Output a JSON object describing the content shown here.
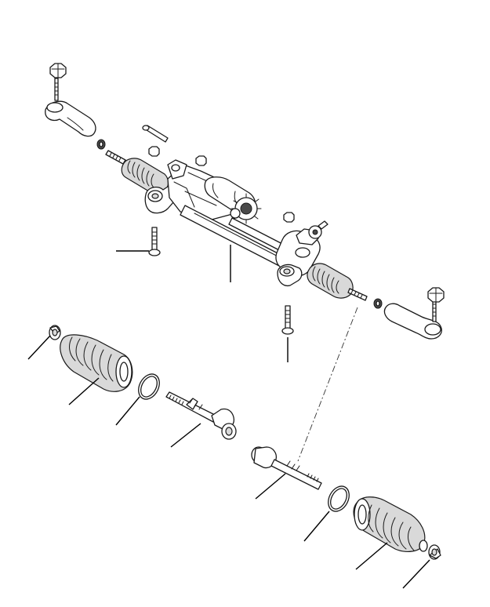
{
  "diagram": {
    "type": "exploded-parts-view",
    "subject": "steering-rack-assembly",
    "line_color": "#1a1a1a",
    "background": "#ffffff",
    "callout_leaders": 9
  }
}
